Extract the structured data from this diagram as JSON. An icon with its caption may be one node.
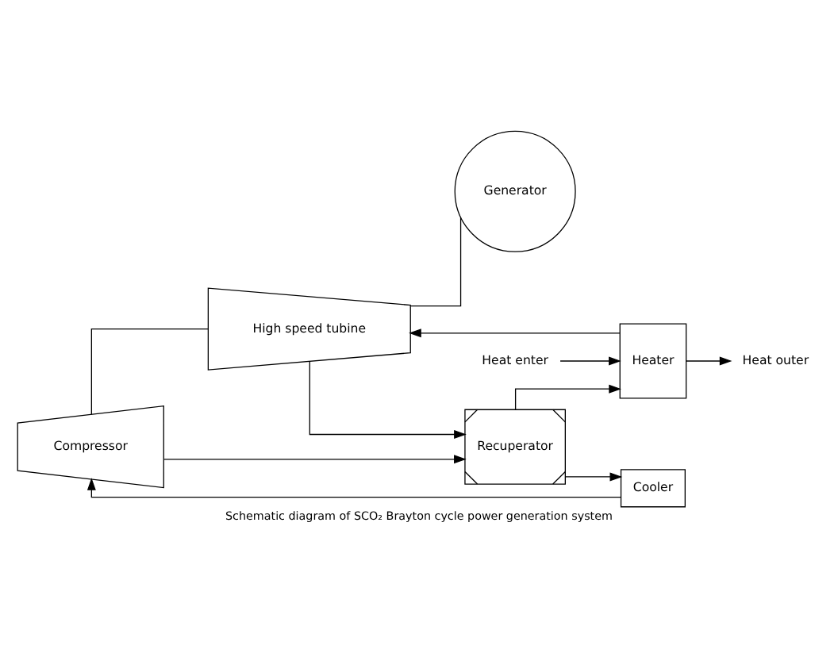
{
  "diagram": {
    "caption": "Schematic diagram of SCO₂ Brayton cycle power generation system",
    "nodes": [
      {
        "text": [
          "Compressor"
        ]
      },
      {
        "text": [
          "High speed tubine"
        ]
      },
      {
        "text": [
          "Generator"
        ]
      },
      {
        "text": [
          "Heater"
        ]
      },
      {
        "text": [
          "Recuperator"
        ]
      },
      {
        "text": [
          "Cooler"
        ]
      },
      {
        "text": [
          "Heat enter"
        ]
      },
      {
        "text": [
          "Heat outer"
        ]
      }
    ],
    "edges": [
      {
        "from": 0,
        "to": 4,
        "arrow": "to"
      },
      {
        "from": 4,
        "to": 3,
        "arrow": "to"
      },
      {
        "from": 3,
        "to": 1,
        "arrow": "to"
      },
      {
        "from": 1,
        "to": 4,
        "arrow": "to"
      },
      {
        "from": 4,
        "to": 5,
        "arrow": "to"
      },
      {
        "from": 5,
        "to": 0,
        "arrow": "to"
      },
      {
        "from": 0,
        "to": 1,
        "arrow": "none"
      },
      {
        "from": 1,
        "to": 2,
        "arrow": "none"
      },
      {
        "from": 6,
        "to": 3,
        "arrow": "to"
      },
      {
        "from": 3,
        "to": 7,
        "arrow": "to"
      }
    ]
  }
}
